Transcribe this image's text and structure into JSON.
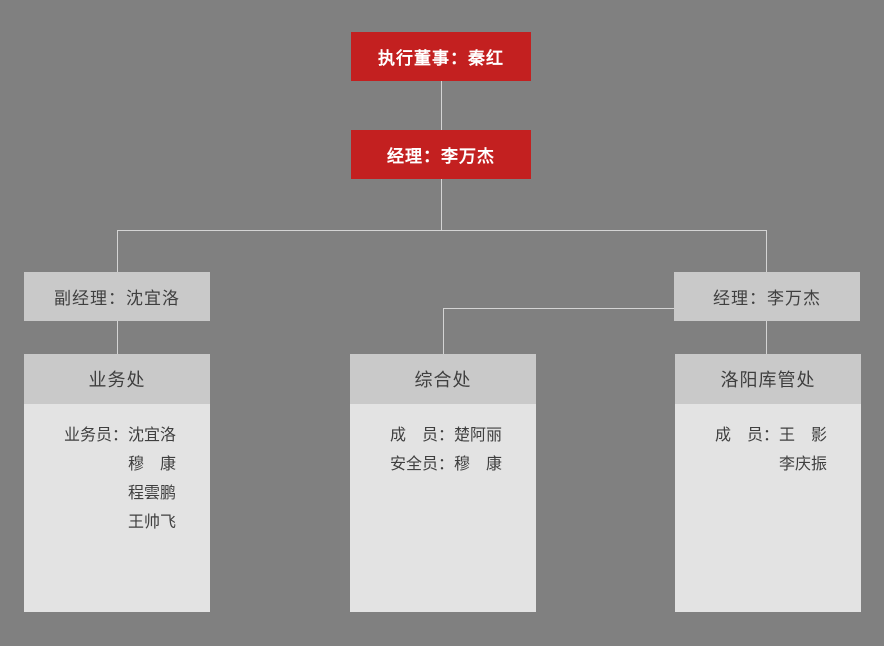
{
  "palette": {
    "background": "#808080",
    "accent_red": "#c32020",
    "box_gray": "#c9c9c9",
    "body_gray": "#e3e3e3",
    "line_color": "#d4d4d4",
    "text_dark": "#3f3f3f",
    "text_light": "#ffffff"
  },
  "org_chart": {
    "executive": {
      "label": "执行董事：秦红"
    },
    "manager": {
      "label": "经理：李万杰"
    },
    "deputy_manager": {
      "label": "副经理：沈宜洛"
    },
    "branch_manager": {
      "label": "经理：李万杰"
    },
    "departments": [
      {
        "title": "业务处",
        "rows": [
          {
            "label": "业务员：",
            "name": "沈宜洛"
          },
          {
            "label": "",
            "name": "穆　康"
          },
          {
            "label": "",
            "name": "程雲鹏"
          },
          {
            "label": "",
            "name": "王帅飞"
          }
        ]
      },
      {
        "title": "综合处",
        "rows": [
          {
            "label": "成　员：",
            "name": "楚阿丽"
          },
          {
            "label": "安全员：",
            "name": "穆　康"
          }
        ]
      },
      {
        "title": "洛阳库管处",
        "rows": [
          {
            "label": "成　员：",
            "name": "王　影"
          },
          {
            "label": "",
            "name": "李庆振"
          }
        ]
      }
    ]
  }
}
